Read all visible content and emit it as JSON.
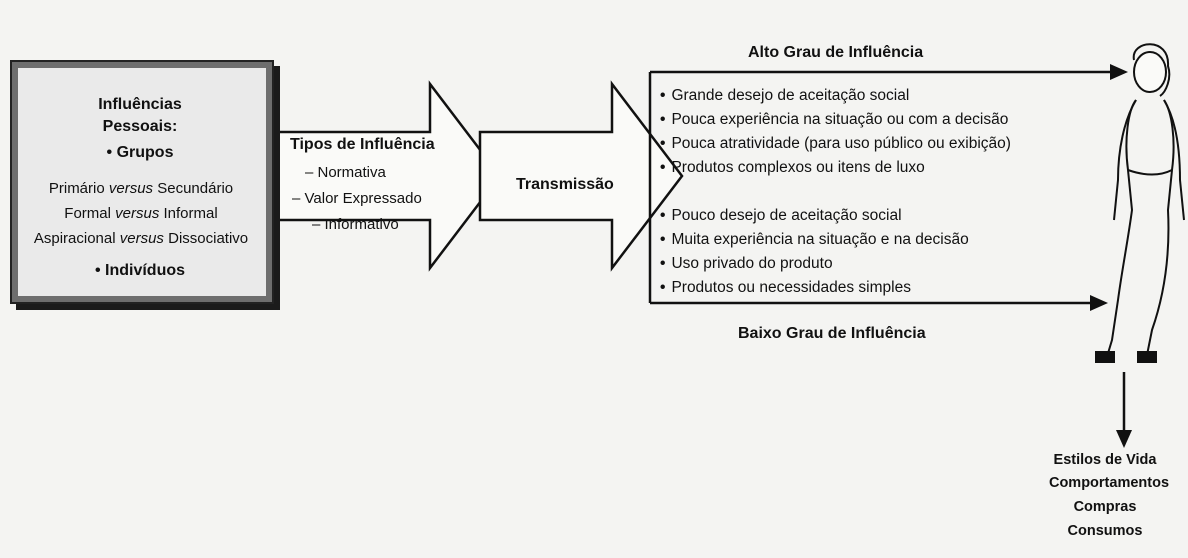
{
  "influence_source": {
    "line1": "Influências",
    "line2": "Pessoais:",
    "groups": "• Grupos",
    "pair1_a": "Primário ",
    "pair1_vs": "versus",
    "pair1_b": " Secundário",
    "pair2_a": "Formal ",
    "pair2_vs": "versus",
    "pair2_b": " Informal",
    "pair3_a": "Aspiracional ",
    "pair3_vs": "versus",
    "pair3_b": " Dissociativo",
    "individuals": "• Indivíduos"
  },
  "influence_types": {
    "title": "Tipos de Influência",
    "items": [
      "– Normativa",
      "– Valor Expressado",
      "– Informativo"
    ]
  },
  "transmission": "Transmissão",
  "high": {
    "title": "Alto Grau de Influência",
    "items": [
      "Grande desejo de aceitação social",
      "Pouca experiência na situação ou com a decisão",
      "Pouca atratividade (para uso público ou exibição)",
      "Produtos complexos ou itens de luxo"
    ]
  },
  "low": {
    "title": "Baixo Grau de Influência",
    "items": [
      "Pouco desejo de aceitação social",
      "Muita experiência na situação e na decisão",
      "Uso privado do produto",
      "Produtos ou necessidades simples"
    ]
  },
  "outcomes": [
    "Estilos de Vida",
    "Comportamentos",
    "Compras",
    "Consumos"
  ],
  "colors": {
    "box_fill": "#6e6e6e",
    "arrow_stroke": "#111111",
    "background": "#f4f4f2"
  }
}
